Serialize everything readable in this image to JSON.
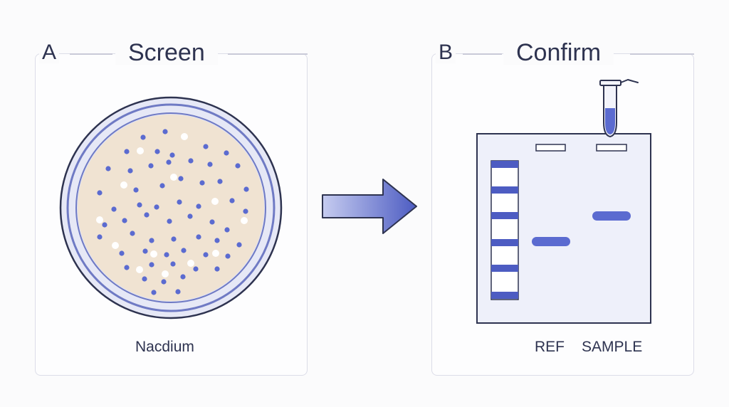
{
  "panel_a": {
    "letter": "A",
    "title": "Screen",
    "plate_label": "Nacdium"
  },
  "panel_b": {
    "letter": "B",
    "title": "Confirm",
    "lane_labels": [
      "REF",
      "SAMPLE"
    ]
  },
  "colors": {
    "ink": "#2e3350",
    "accent": "#5b6bd0",
    "plate_rim": "#6f7ac4",
    "agar": "#f0e3d2",
    "gel": "#eef0fa",
    "panel_border": "#dcdde8"
  },
  "icons": [
    "petri-dish-icon",
    "arrow-right-icon",
    "tube-icon",
    "gel-icon"
  ]
}
